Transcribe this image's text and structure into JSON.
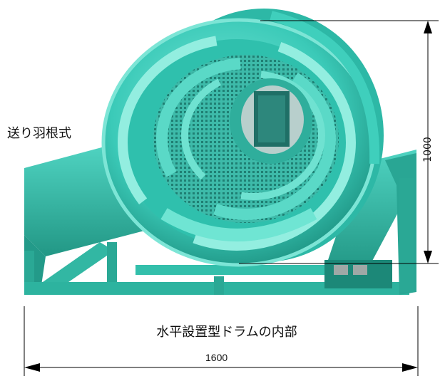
{
  "labels": {
    "side": "送り羽根式",
    "caption": "水平設置型ドラムの内部",
    "width": "1600",
    "height": "1000"
  },
  "colors": {
    "drum": "#36c9b7",
    "drum_light": "#5fe0cf",
    "drum_dark": "#1c9a8a",
    "frame": "#2fb9a5",
    "mesh": "#2a8e82",
    "dim_line": "#000000"
  }
}
